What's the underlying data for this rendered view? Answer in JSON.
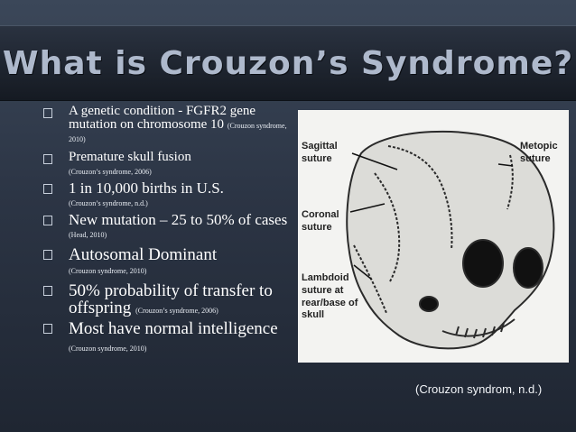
{
  "title": "What is Crouzon’s Syndrome?",
  "bullets": [
    {
      "text": "A genetic condition  - FGFR2 gene mutation on chromosome 10 ",
      "cite": "(Crouzon syndrome, 2010)"
    },
    {
      "text": "Premature skull fusion",
      "cite": "(Crouzon’s syndrome, 2006)"
    },
    {
      "text": "1 in 10,000 births in U.S.",
      "cite": "(Crouzon’s syndrome, n.d.)"
    },
    {
      "text": "New mutation – 25 to 50% of cases",
      "cite": "(Head, 2010)"
    },
    {
      "text": "Autosomal Dominant",
      "cite": "(Crouzon syndrome, 2010)"
    },
    {
      "text": "50% probability of transfer to offspring ",
      "cite": "(Crouzon’s syndrome, 2006)"
    },
    {
      "text": "Most have normal intelligence ",
      "cite": "(Crouzon syndrome, 2010)"
    }
  ],
  "figure": {
    "labels": {
      "sagittal": "Sagittal suture",
      "metopic": "Metopic suture",
      "coronal": "Coronal suture",
      "lambdoid": "Lambdoid suture at rear/base of skull"
    }
  },
  "caption": "(Crouzon syndrom, n.d.)"
}
